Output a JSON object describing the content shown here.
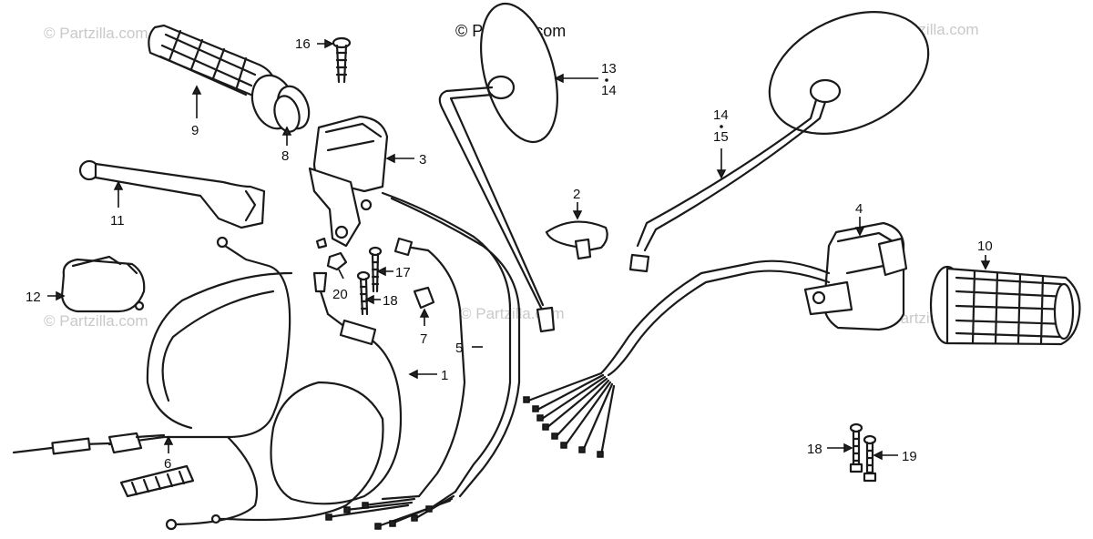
{
  "watermarks": {
    "main": "© Partzilla.com",
    "faint": "© Partzilla.com"
  },
  "callouts": {
    "c1": "1",
    "c2": "2",
    "c3": "3",
    "c4": "4",
    "c5": "5",
    "c6": "6",
    "c7": "7",
    "c8": "8",
    "c9": "9",
    "c10": "10",
    "c11": "11",
    "c12": "12",
    "c13": "13",
    "c14a": "14",
    "c14b": "14",
    "c15": "15",
    "c16": "16",
    "c17": "17",
    "c18a": "18",
    "c18b": "18",
    "c19": "19",
    "c20": "20"
  },
  "colors": {
    "line": "#1a1a1a",
    "watermark": "#c9c9c9"
  }
}
